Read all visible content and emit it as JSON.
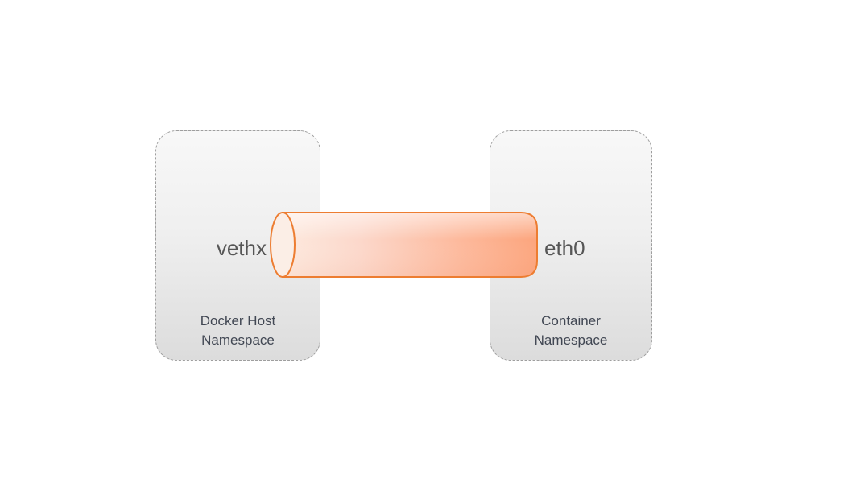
{
  "diagram": {
    "left_namespace": {
      "interface_label": "vethx",
      "caption_lines": [
        "Docker Host",
        "Namespace"
      ]
    },
    "right_namespace": {
      "interface_label": "eth0",
      "caption_lines": [
        "Container",
        "Namespace"
      ]
    },
    "connector": {
      "border_color": "#ED7D31",
      "fill_light": "#FDE9DE",
      "fill_dark": "#FCA57D",
      "cap_fill": "#FBEEE6"
    },
    "colors": {
      "box_fill_top": "#F8F8F8",
      "box_fill_bottom": "#DCDCDC",
      "box_border": "#9E9E9E",
      "interface_text": "#565656",
      "caption_text": "#414753",
      "background": "#FFFFFF"
    }
  }
}
